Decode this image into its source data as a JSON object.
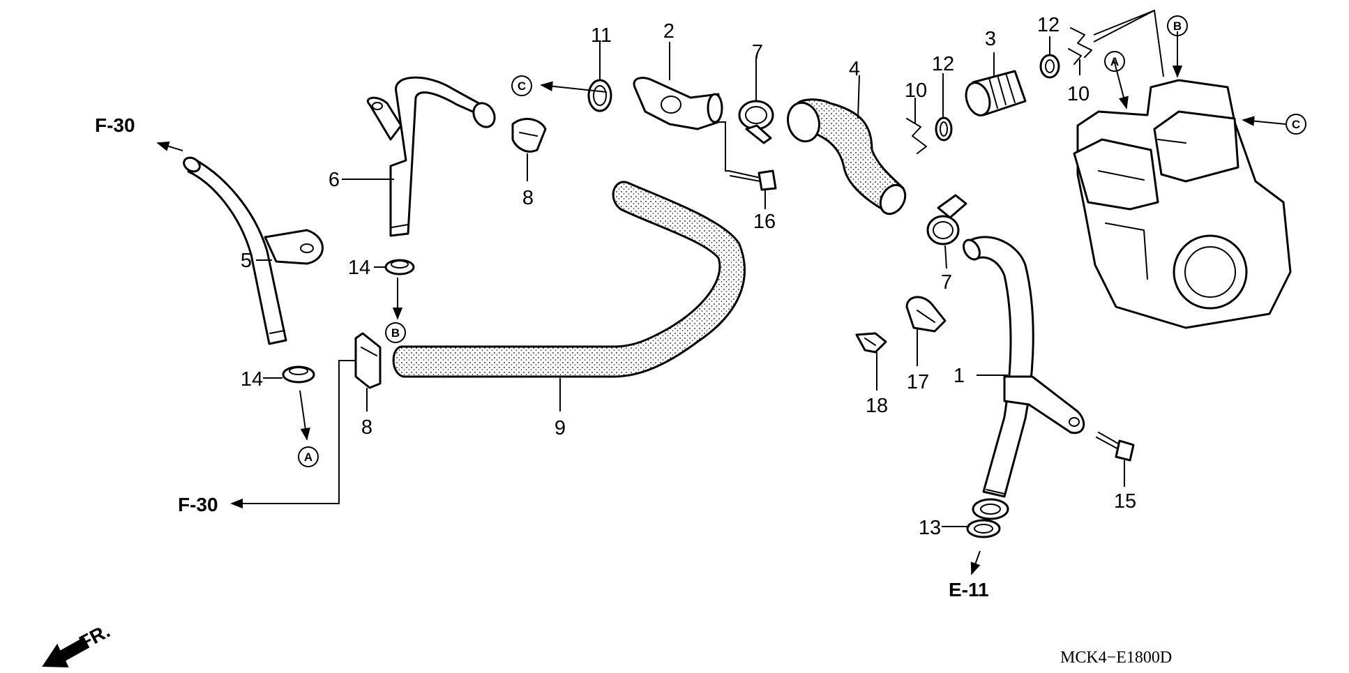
{
  "diagram": {
    "drawing_code": "MCK4−E1800D",
    "front_marker": "FR.",
    "section_refs": {
      "f30_upper": "F-30",
      "f30_lower": "F-30",
      "e11": "E-11"
    },
    "point_labels": {
      "a_left": "A",
      "b_left": "B",
      "c_left": "C",
      "a_engine": "A",
      "b_engine": "B",
      "c_engine": "C"
    },
    "callouts": {
      "p1": "1",
      "p2": "2",
      "p3": "3",
      "p4": "4",
      "p5": "5",
      "p6": "6",
      "p7_upper": "7",
      "p7_lower": "7",
      "p8_upper": "8",
      "p8_lower": "8",
      "p9": "9",
      "p10_left": "10",
      "p10_right": "10",
      "p11": "11",
      "p12_left": "12",
      "p12_right": "12",
      "p13": "13",
      "p14_upper": "14",
      "p14_lower": "14",
      "p15": "15",
      "p16": "16",
      "p17": "17",
      "p18": "18"
    }
  }
}
